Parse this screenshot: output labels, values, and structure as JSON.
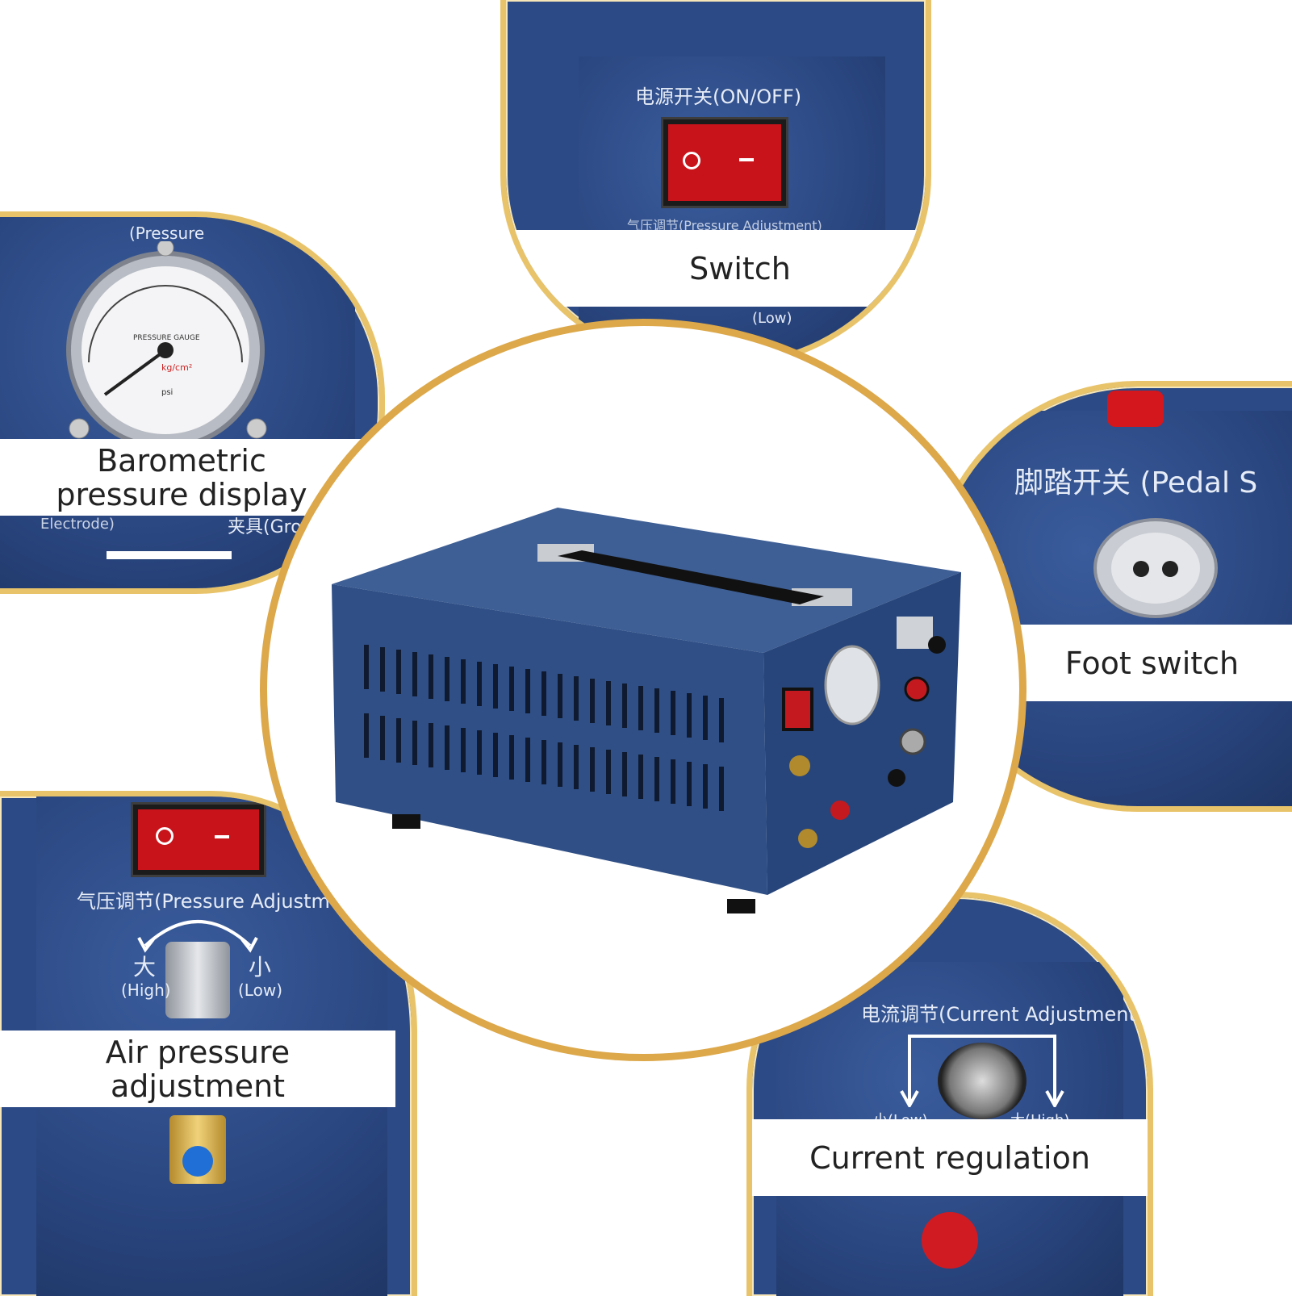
{
  "circles": {
    "switch": {
      "caption": "Switch",
      "panel_label": "电源开关(ON/OFF)",
      "sub_label": "气压调节(Pressure Adjustment)",
      "bottom_label": "(Low)"
    },
    "barometric": {
      "caption_line1": "Barometric",
      "caption_line2": "pressure display",
      "top_label": "(Pressure",
      "bottom_left_label": "Electrode)",
      "bottom_right_label": "夹具(Gro",
      "gauge_title": "PRESSURE GAUGE",
      "gauge_unit": "kg/cm²",
      "gauge_unit2": "psi"
    },
    "foot_switch": {
      "caption": "Foot switch",
      "panel_label": "脚踏开关 (Pedal S"
    },
    "air_pressure": {
      "caption_line1": "Air pressure",
      "caption_line2": "adjustment",
      "panel_label": "气压调节(Pressure Adjustment)",
      "high_cn": "大",
      "high_en": "(High)",
      "low_cn": "小",
      "low_en": "(Low)"
    },
    "current": {
      "caption": "Current regulation",
      "panel_label": "电流调节(Current Adjustment)",
      "low_label": "小(Low)",
      "high_label": "大(High)"
    }
  },
  "colors": {
    "panel_blue": "#2c4a86",
    "ring_gold": "#e8c36a",
    "center_ring": "#dca84a",
    "switch_red": "#c9131b"
  }
}
